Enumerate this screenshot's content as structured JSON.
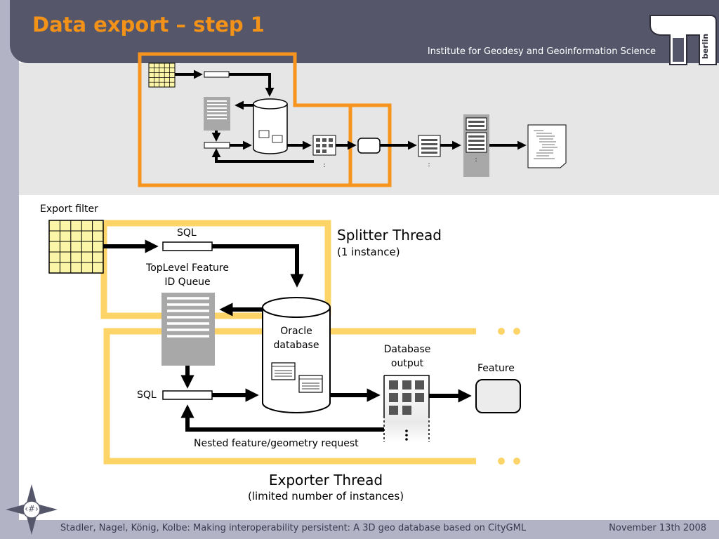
{
  "slide": {
    "title": "Data export – step 1",
    "institute": "Institute for Geodesy and Geoinformation Science",
    "logo_text": "berlin",
    "footer_text": "Stadler, Nagel, König, Kolbe: Making interoperability persistent: A 3D geo database based on CityGML",
    "date": "November 13th 2008",
    "page_number": "‹#›"
  },
  "diagram": {
    "export_filter": "Export filter",
    "sql_top": "SQL",
    "sql_bottom": "SQL",
    "id_queue_line1": "TopLevel Feature",
    "id_queue_line2": "ID Queue",
    "oracle_line1": "Oracle",
    "oracle_line2": "database",
    "db_output_line1": "Database",
    "db_output_line2": "output",
    "feature": "Feature",
    "nested_request": "Nested feature/geometry request",
    "splitter_title": "Splitter Thread",
    "splitter_sub": "(1 instance)",
    "exporter_title": "Exporter Thread",
    "exporter_sub": "(limited number of instances)"
  },
  "colors": {
    "header": "#55566a",
    "title": "#f29218",
    "overview_frame": "#f7941d",
    "thread_frame": "#fcd468",
    "grid_fill": "#fbf5a8",
    "queue_gray": "#a8a8a8"
  }
}
